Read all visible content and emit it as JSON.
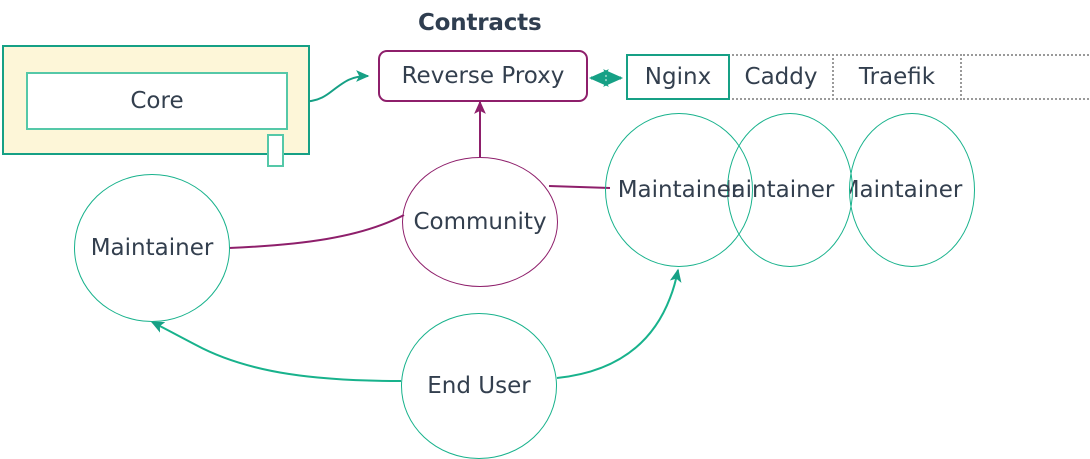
{
  "diagram": {
    "title_visible": false,
    "background": "#ffffff",
    "colors": {
      "teal": "#16a085",
      "teal_light": "#18b28c",
      "teal_pale": "#55c8a8",
      "purple": "#8e1f6b",
      "text": "#333f4e",
      "package_fill": "#fdf6d8",
      "dotted_border": "#9a9a9a"
    }
  },
  "labels": {
    "contracts_group": "Contracts"
  },
  "package": {
    "name": "core-package",
    "inner_label": "Core",
    "fill": "#fdf6d8"
  },
  "nodes": {
    "reverse_proxy": {
      "label": "Reverse Proxy",
      "shape": "rounded-rect",
      "color": "#8e1f6b"
    },
    "community": {
      "label": "Community",
      "shape": "ellipse",
      "color": "#8e1f6b"
    },
    "end_user": {
      "label": "End User",
      "shape": "ellipse",
      "color": "#18b28c"
    },
    "maintainer_left": {
      "label": "Maintainer",
      "shape": "ellipse",
      "color": "#18b28c"
    }
  },
  "implementations": [
    {
      "label": "Nginx",
      "border": "solid",
      "selected": true
    },
    {
      "label": "Caddy",
      "border": "dotted",
      "selected": false
    },
    {
      "label": "Traefik",
      "border": "dotted",
      "selected": false
    },
    {
      "label": "",
      "border": "dotted",
      "selected": false
    }
  ],
  "maintainer_stack": [
    {
      "label": "Maintainer",
      "clip": "none"
    },
    {
      "label": "Maintainer",
      "clip": "left"
    },
    {
      "label": "Maintainer",
      "clip": "left2"
    }
  ],
  "edges": [
    {
      "name": "core-to-reverse-proxy",
      "from": "Core",
      "to": "Reverse Proxy",
      "color": "#16a085",
      "arrow": "end",
      "style": "curved"
    },
    {
      "name": "reverse-proxy-to-nginx",
      "from": "Reverse Proxy",
      "to": "Nginx",
      "color": "#16a085",
      "arrow": "both",
      "style": "straight"
    },
    {
      "name": "community-to-reverse-proxy",
      "from": "Community",
      "to": "Reverse Proxy",
      "color": "#8e1f6b",
      "arrow": "end",
      "style": "straight"
    },
    {
      "name": "community-to-maintainer-left",
      "from": "Community",
      "to": "Maintainer",
      "color": "#8e1f6b",
      "arrow": "none",
      "style": "curved"
    },
    {
      "name": "community-to-maintainer-right",
      "from": "Community",
      "to": "Maintainer",
      "color": "#8e1f6b",
      "arrow": "none",
      "style": "straight"
    },
    {
      "name": "end-user-to-maintainer-left",
      "from": "End User",
      "to": "Maintainer",
      "color": "#18b28c",
      "arrow": "end",
      "style": "curved"
    },
    {
      "name": "end-user-to-maintainer-right",
      "from": "End User",
      "to": "Maintainer",
      "color": "#18b28c",
      "arrow": "end",
      "style": "curved"
    }
  ]
}
